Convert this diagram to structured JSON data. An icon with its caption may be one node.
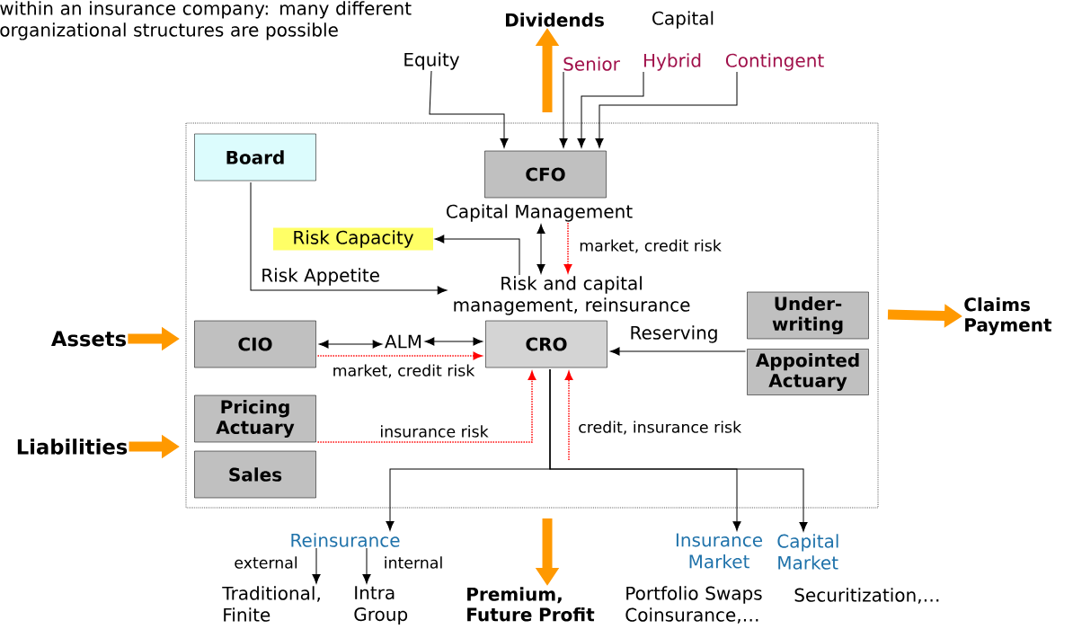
{
  "diagram": {
    "nodes": [
      {
        "text": [
          "Board"
        ]
      },
      {
        "text": [
          "CFO"
        ]
      },
      {
        "text": [
          "Capital Management"
        ]
      },
      {
        "text": [
          "Risk Capacity"
        ]
      },
      {
        "text": [
          "Risk and capital management, reinsurance"
        ]
      },
      {
        "text": [
          "CIO"
        ]
      },
      {
        "text": [
          "ALM"
        ]
      },
      {
        "text": [
          "CRO"
        ]
      },
      {
        "text": [
          "Under-writing"
        ]
      },
      {
        "text": [
          "Appointed Actuary"
        ]
      },
      {
        "text": [
          "Pricing Actuary"
        ]
      },
      {
        "text": [
          "Sales"
        ]
      },
      {
        "text": [
          "Equity"
        ]
      },
      {
        "text": [
          "Senior"
        ]
      },
      {
        "text": [
          "Hybrid"
        ]
      },
      {
        "text": [
          "Contingent"
        ]
      },
      {
        "text": [
          "Reinsurance"
        ]
      },
      {
        "text": [
          "Insurance Market"
        ]
      },
      {
        "text": [
          "Capital Market"
        ]
      },
      {
        "text": [
          "Traditional, Finite"
        ]
      },
      {
        "text": [
          "Intra Group"
        ]
      },
      {
        "text": [
          "Dividends"
        ]
      },
      {
        "text": [
          "Assets"
        ]
      },
      {
        "text": [
          "Liabilities"
        ]
      },
      {
        "text": [
          "Claims Payment"
        ]
      },
      {
        "text": [
          "Premium, Future Profit"
        ]
      }
    ],
    "edges": [
      {
        "from": 12,
        "to": 1,
        "arrow": "to"
      },
      {
        "from": 13,
        "to": 1,
        "arrow": "to"
      },
      {
        "from": 14,
        "to": 1,
        "arrow": "to"
      },
      {
        "from": 15,
        "to": 1,
        "arrow": "to"
      },
      {
        "from": 0,
        "to": 4,
        "arrow": "to",
        "label": "Risk Appetite"
      },
      {
        "from": 4,
        "to": 3,
        "arrow": "to"
      },
      {
        "from": 2,
        "to": 4,
        "arrow": "both"
      },
      {
        "from": 2,
        "to": 4,
        "arrow": "to",
        "label": "market, credit risk",
        "style": "dashed",
        "color": "#ff0000"
      },
      {
        "from": 5,
        "to": 6,
        "arrow": "both"
      },
      {
        "from": 6,
        "to": 7,
        "arrow": "both"
      },
      {
        "from": 5,
        "to": 7,
        "arrow": "to",
        "label": "market, credit risk",
        "style": "dashed",
        "color": "#ff0000"
      },
      {
        "from": 10,
        "to": 7,
        "arrow": "to",
        "label": "insurance risk",
        "style": "dashed",
        "color": "#ff0000"
      },
      {
        "from": null,
        "to": 7,
        "arrow": "to",
        "label": "credit, insurance risk",
        "style": "dashed",
        "color": "#ff0000"
      },
      {
        "from": 9,
        "to": 7,
        "arrow": "to",
        "label": "Reserving"
      },
      {
        "from": 7,
        "to": 16,
        "arrow": "to"
      },
      {
        "from": 7,
        "to": 17,
        "arrow": "to"
      },
      {
        "from": 7,
        "to": 18,
        "arrow": "to"
      },
      {
        "from": 16,
        "to": 19,
        "arrow": "to",
        "label": "external"
      },
      {
        "from": 16,
        "to": 20,
        "arrow": "to",
        "label": "internal"
      },
      {
        "from": null,
        "to": 21,
        "arrow": "to",
        "style": "thick",
        "color": "#ff9900"
      },
      {
        "from": 22,
        "to": null,
        "arrow": "to",
        "style": "thick",
        "color": "#ff9900"
      },
      {
        "from": 23,
        "to": null,
        "arrow": "to",
        "style": "thick",
        "color": "#ff9900"
      },
      {
        "from": null,
        "to": 24,
        "arrow": "to",
        "style": "thick",
        "color": "#ff9900"
      },
      {
        "from": null,
        "to": 25,
        "arrow": "to",
        "style": "thick",
        "color": "#ff9900"
      }
    ],
    "labels": [
      "within an insurance company: many different organizational structures are possible",
      "Capital",
      "Portfolio Swaps Coinsurance,…",
      "Securitization,…"
    ]
  }
}
